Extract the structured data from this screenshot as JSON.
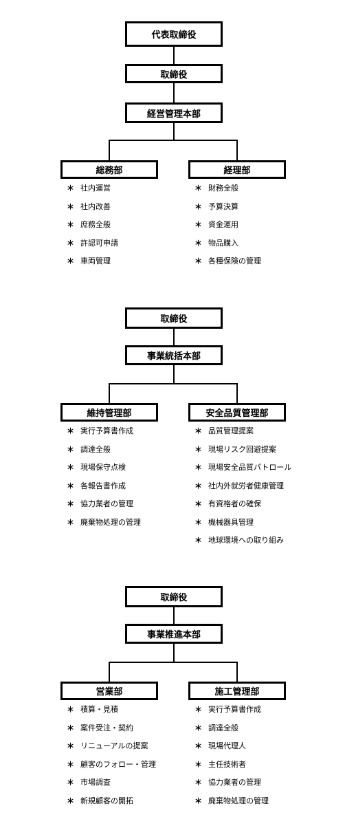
{
  "org1": {
    "ceo": "代表取締役",
    "director": "取締役",
    "hq": "経営管理本部",
    "left": {
      "name": "総務部",
      "items": [
        "社内運営",
        "社内改善",
        "庶務全般",
        "許認可申請",
        "車両管理"
      ]
    },
    "right": {
      "name": "経理部",
      "items": [
        "財務全般",
        "予算決算",
        "資金運用",
        "物品購入",
        "各種保険の管理"
      ]
    }
  },
  "org2": {
    "director": "取締役",
    "hq": "事業統括本部",
    "left": {
      "name": "維持管理部",
      "items": [
        "実行予算書作成",
        "調達全般",
        "現場保守点検",
        "各報告書作成",
        "協力業者の管理",
        "廃棄物処理の管理"
      ]
    },
    "right": {
      "name": "安全品質管理部",
      "items": [
        "品質管理提案",
        "現場リスク回避提案",
        "現場安全品質パトロール",
        "社内外就労者健康管理",
        "有資格者の確保",
        "機械器具管理",
        "地球環境への取り組み"
      ]
    }
  },
  "org3": {
    "director": "取締役",
    "hq": "事業推進本部",
    "left": {
      "name": "営業部",
      "items": [
        "積算・見積",
        "案件受注・契約",
        "リニューアルの提案",
        "顧客のフォロー・管理",
        "市場調査",
        "新規顧客の開拓"
      ]
    },
    "right": {
      "name": "施工管理部",
      "items": [
        "実行予算書作成",
        "調達全般",
        "現場代理人",
        "主任技術者",
        "協力業者の管理",
        "廃棄物処理の管理"
      ]
    }
  },
  "bullet": "＊"
}
